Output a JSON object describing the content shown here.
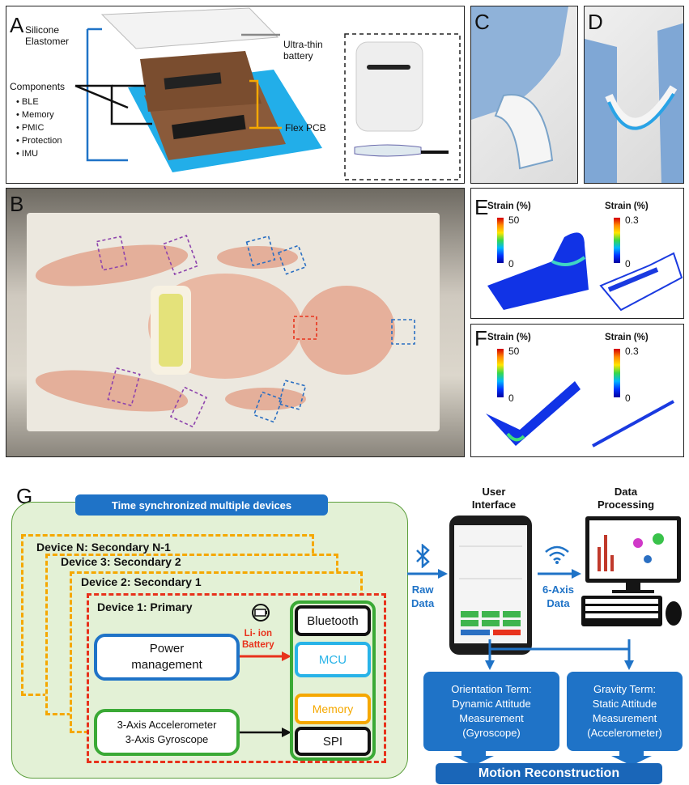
{
  "panels": {
    "A": {
      "label": "A",
      "silicone": "Silicone\nElastomer",
      "battery": "Ultra-thin\nbattery",
      "components_title": "Components",
      "components": [
        "• BLE",
        "• Memory",
        "• PMIC",
        "• Protection",
        "• IMU"
      ],
      "flex_pcb": "Flex PCB"
    },
    "B": {
      "label": "B"
    },
    "C": {
      "label": "C"
    },
    "D": {
      "label": "D"
    },
    "E": {
      "label": "E",
      "title_left": "Strain (%)",
      "max_left": "50",
      "min_left": "0",
      "title_right": "Strain (%)",
      "max_right": "0.3",
      "min_right": "0"
    },
    "F": {
      "label": "F",
      "title_left": "Strain (%)",
      "max_left": "50",
      "min_left": "0",
      "title_right": "Strain (%)",
      "max_right": "0.3",
      "min_right": "0"
    },
    "G": {
      "label": "G",
      "sync_title": "Time synchronized multiple devices",
      "device_n": "Device N: Secondary N-1",
      "device_3": "Device 3: Secondary 2",
      "device_2": "Device 2: Secondary 1",
      "device_1": "Device 1: Primary",
      "power": "Power\nmanagement",
      "li_ion": "Li- ion\nBattery",
      "sensors": "3-Axis Accelerometer\n3-Axis Gyroscope",
      "bluetooth": "Bluetooth",
      "mcu": "MCU",
      "memory": "Memory",
      "spi": "SPI",
      "user_interface": "User\nInterface",
      "data_processing": "Data\nProcessing",
      "raw_data": "Raw\nData",
      "six_axis": "6-Axis\nData",
      "orientation": "Orientation Term:\nDynamic Attitude\nMeasurement\n(Gyroscope)",
      "gravity": "Gravity Term:\nStatic Attitude\nMeasurement\n(Accelerometer)",
      "motion": "Motion Reconstruction"
    }
  },
  "colors": {
    "blue": "#1f73c7",
    "orange": "#f5a800",
    "red": "#e8321c",
    "green_border": "#3aa935",
    "cyan": "#28b3e8",
    "panel_green_bg": "#e3f1d6",
    "motion_bg": "#1a66b8"
  }
}
